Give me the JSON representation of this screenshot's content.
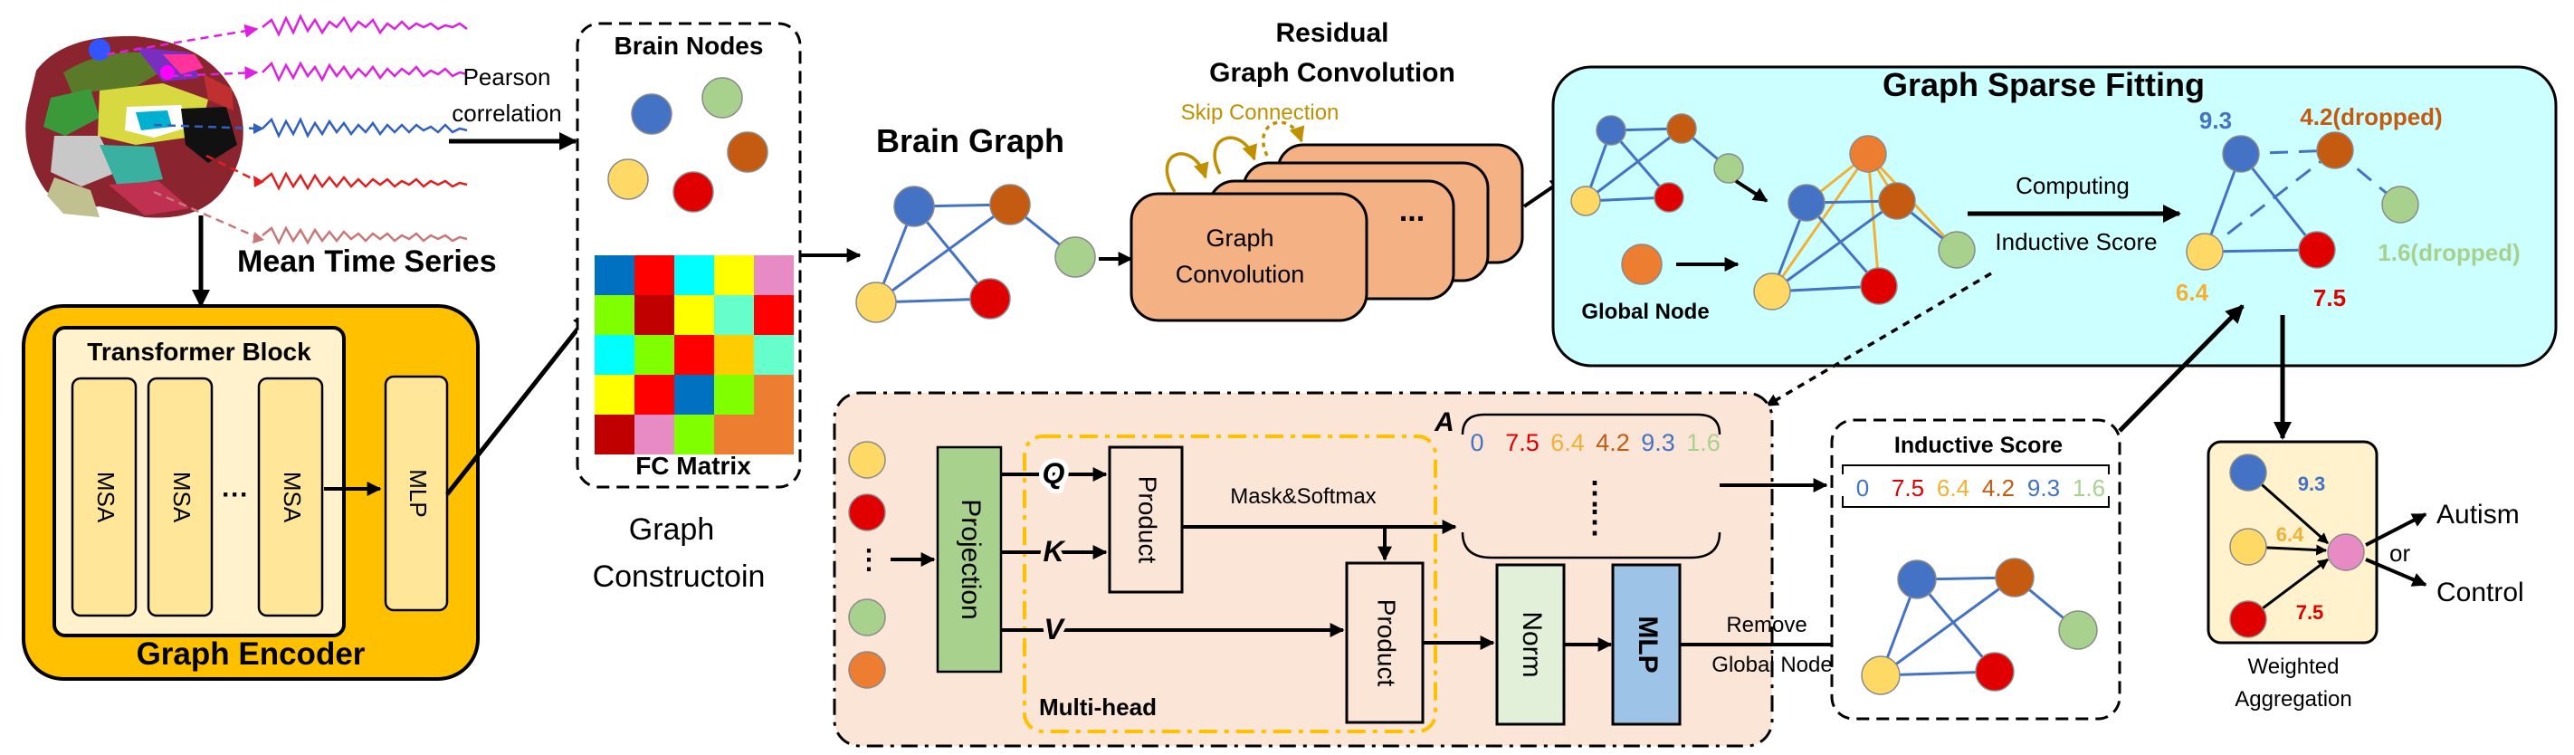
{
  "graph_encoder": {
    "title": "Graph Encoder",
    "transformer_label": "Transformer Block",
    "msa": "MSA",
    "ellipsis": "···",
    "mlp": "MLP",
    "mean_time_series": "Mean Time Series"
  },
  "graph_construction": {
    "pearson_line1": "Pearson",
    "pearson_line2": "correlation",
    "brain_nodes": "Brain Nodes",
    "fc_matrix": "FC Matrix",
    "caption_line1": "Graph",
    "caption_line2": "Constructoin"
  },
  "brain_graph": {
    "title": "Brain Graph"
  },
  "residual": {
    "title_line1": "Residual",
    "title_line2": "Graph Convolution",
    "skip": "Skip Connection",
    "box_line1": "Graph",
    "box_line2": "Convolution",
    "dots": "..."
  },
  "sparse": {
    "title": "Graph Sparse Fitting",
    "global_node": "Global Node",
    "computing": "Computing",
    "inductive": "Inductive Score",
    "score_blue": "9.3",
    "score_brown": "4.2(dropped)",
    "score_green": "1.6(dropped)",
    "score_yellow": "6.4",
    "score_red": "7.5"
  },
  "attention": {
    "projection": "Projection",
    "q": "Q",
    "k": "K",
    "v": "V",
    "product": "Product",
    "mask_softmax": "Mask&Softmax",
    "norm": "Norm",
    "mlp": "MLP",
    "multihead": "Multi-head",
    "matrix_label": "A",
    "remove_line1": "Remove",
    "remove_line2": "Global Node",
    "row": [
      {
        "v": "0",
        "c": "#4472c4"
      },
      {
        "v": "7.5",
        "c": "#e00000"
      },
      {
        "v": "6.4",
        "c": "#f2b134"
      },
      {
        "v": "4.2",
        "c": "#c55a11"
      },
      {
        "v": "9.3",
        "c": "#4472c4"
      },
      {
        "v": "1.6",
        "c": "#a9d18e"
      }
    ]
  },
  "inductive_score": {
    "title": "Inductive Score",
    "row": [
      {
        "v": "0",
        "c": "#4472c4"
      },
      {
        "v": "7.5",
        "c": "#e00000"
      },
      {
        "v": "6.4",
        "c": "#f2b134"
      },
      {
        "v": "4.2",
        "c": "#c55a11"
      },
      {
        "v": "9.3",
        "c": "#4472c4"
      },
      {
        "v": "1.6",
        "c": "#a9d18e"
      }
    ]
  },
  "aggregation": {
    "w_blue": "9.3",
    "w_yellow": "6.4",
    "w_red": "7.5",
    "caption_line1": "Weighted",
    "caption_line2": "Aggregation",
    "autism": "Autism",
    "or": "or",
    "control": "Control"
  },
  "colors": {
    "blue": "#4472c4",
    "green": "#a9d18e",
    "brown": "#c55a11",
    "yellow": "#ffd966",
    "red": "#e00000",
    "orange": "#ed7d31",
    "pink": "#e88bc4",
    "encoder_bg": "#ffc000",
    "block_bg": "#ffe699",
    "sparse_bg": "#ccffff",
    "attn_bg": "#fbe5d6",
    "conv_bg": "#f4b183",
    "projection_bg": "#a9d18e",
    "mlp_bg": "#9dc3e6",
    "skip": "#bf9000"
  }
}
